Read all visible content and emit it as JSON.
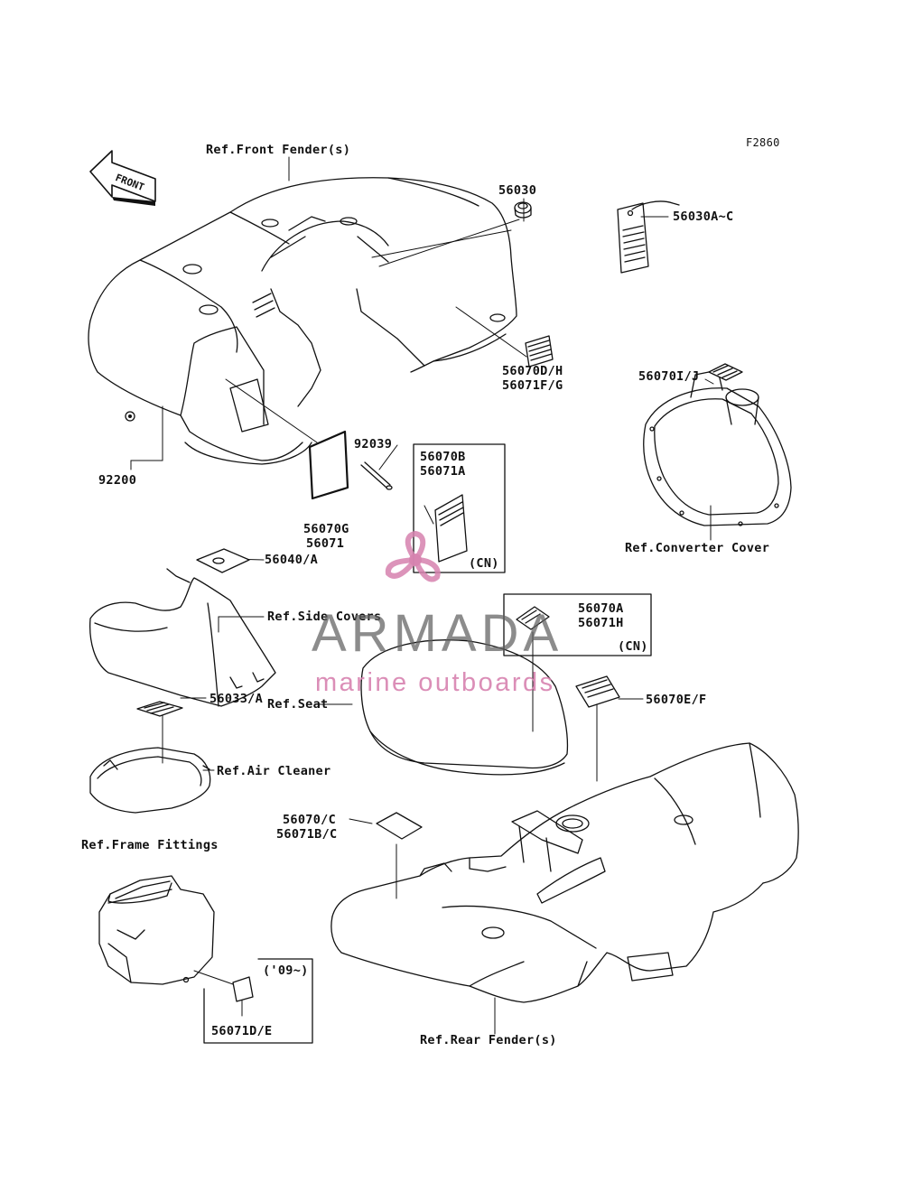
{
  "figure_id": "F2860",
  "front_arrow": "FRONT",
  "labels": {
    "ref_front_fender": "Ref.Front Fender(s)",
    "p56030": "56030",
    "p56030a": "56030A~C",
    "p56070dh": "56070D/H",
    "p56071fg": "56071F/G",
    "p56070ij": "56070I/J",
    "ref_converter_cover": "Ref.Converter Cover",
    "p92039": "92039",
    "p92200": "92200",
    "p56070g": "56070G",
    "p56071": "56071",
    "p56070b": "56070B",
    "p56071a": "56071A",
    "cn_1": "(CN)",
    "p56040": "56040/A",
    "ref_side_covers": "Ref.Side Covers",
    "p56070a": "56070A",
    "p56071h": "56071H",
    "cn_2": "(CN)",
    "ref_seat": "Ref.Seat",
    "p56070ef": "56070E/F",
    "p56033": "56033/A",
    "ref_air_cleaner": "Ref.Air Cleaner",
    "p56070c": "56070/C",
    "p56071bc": "56071B/C",
    "ref_frame_fittings": "Ref.Frame Fittings",
    "year_09": "('09~)",
    "p56071de": "56071D/E",
    "ref_rear_fender": "Ref.Rear Fender(s)"
  },
  "watermark": {
    "brand": "ARMADA",
    "tagline": "marine outboards",
    "colors": {
      "brand": "#5f5f5f",
      "accent": "#d782af"
    }
  },
  "colors": {
    "line": "#111111",
    "background": "#ffffff"
  }
}
